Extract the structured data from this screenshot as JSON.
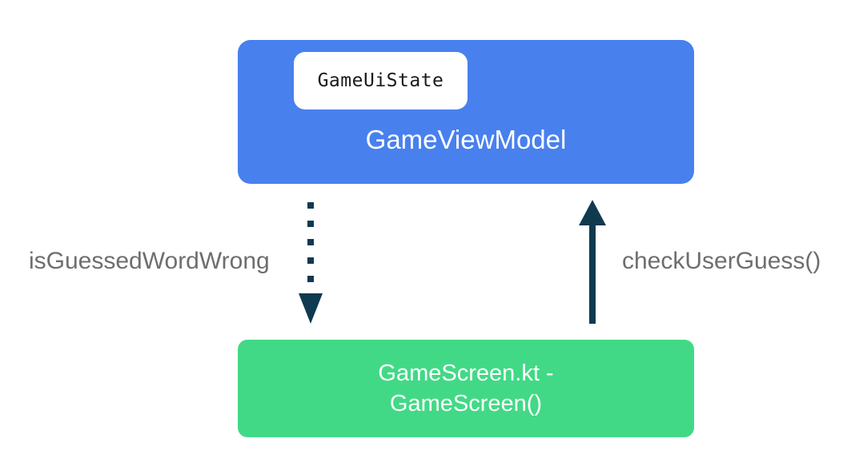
{
  "diagram": {
    "viewmodel_box": {
      "title": "GameViewModel",
      "state_chip_label": "GameUiState",
      "fill": "#4880ee"
    },
    "screen_box": {
      "title_line1": "GameScreen.kt -",
      "title_line2": "GameScreen()",
      "fill": "#42d986"
    },
    "edges": {
      "down_arrow_label": "isGuessedWordWrong",
      "up_arrow_label": "checkUserGuess()",
      "arrow_color": "#103a50",
      "label_color": "#6e6e6e"
    }
  }
}
